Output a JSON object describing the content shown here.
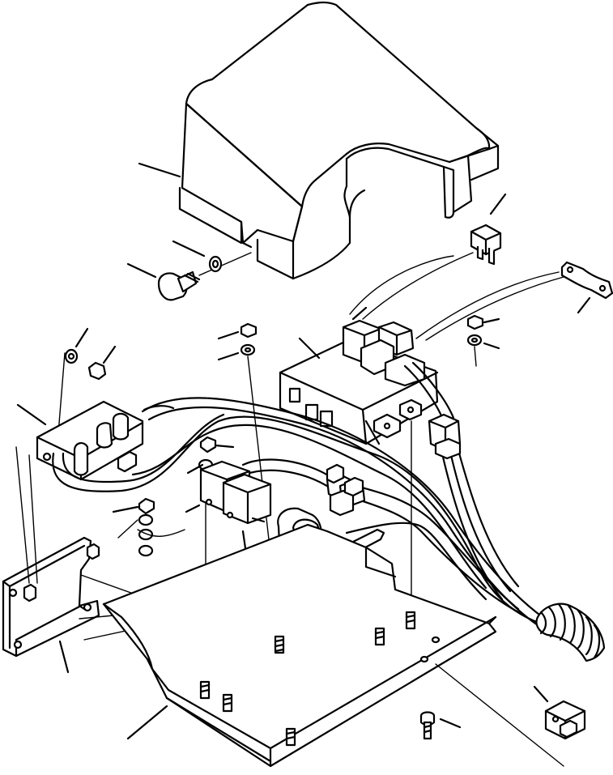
{
  "diagram": {
    "kind": "exploded-parts-view",
    "line_color": "#000000",
    "background_color": "#ffffff",
    "parts": [
      {
        "id": "cover",
        "icon": "box-cover-icon"
      },
      {
        "id": "knob-screw",
        "icon": "knob-screw-icon"
      },
      {
        "id": "washer-cover",
        "icon": "washer-icon"
      },
      {
        "id": "fuse",
        "icon": "fuse-icon"
      },
      {
        "id": "clamp-strip",
        "icon": "clamp-icon"
      },
      {
        "id": "controller-box",
        "icon": "controller-icon"
      },
      {
        "id": "relay-left",
        "icon": "relay-icon"
      },
      {
        "id": "relay-pair",
        "icon": "relay-icon"
      },
      {
        "id": "connector-boot",
        "icon": "connector-icon"
      },
      {
        "id": "side-bracket",
        "icon": "bracket-icon"
      },
      {
        "id": "base-plate",
        "icon": "plate-icon"
      },
      {
        "id": "wire-harness",
        "icon": "harness-icon"
      },
      {
        "id": "corrugated-tube",
        "icon": "corrugated-tube-icon"
      },
      {
        "id": "end-clip",
        "icon": "clip-icon"
      },
      {
        "id": "bolt",
        "icon": "bolt-icon"
      },
      {
        "id": "nuts-washers",
        "icon": "nut-icon"
      }
    ]
  }
}
